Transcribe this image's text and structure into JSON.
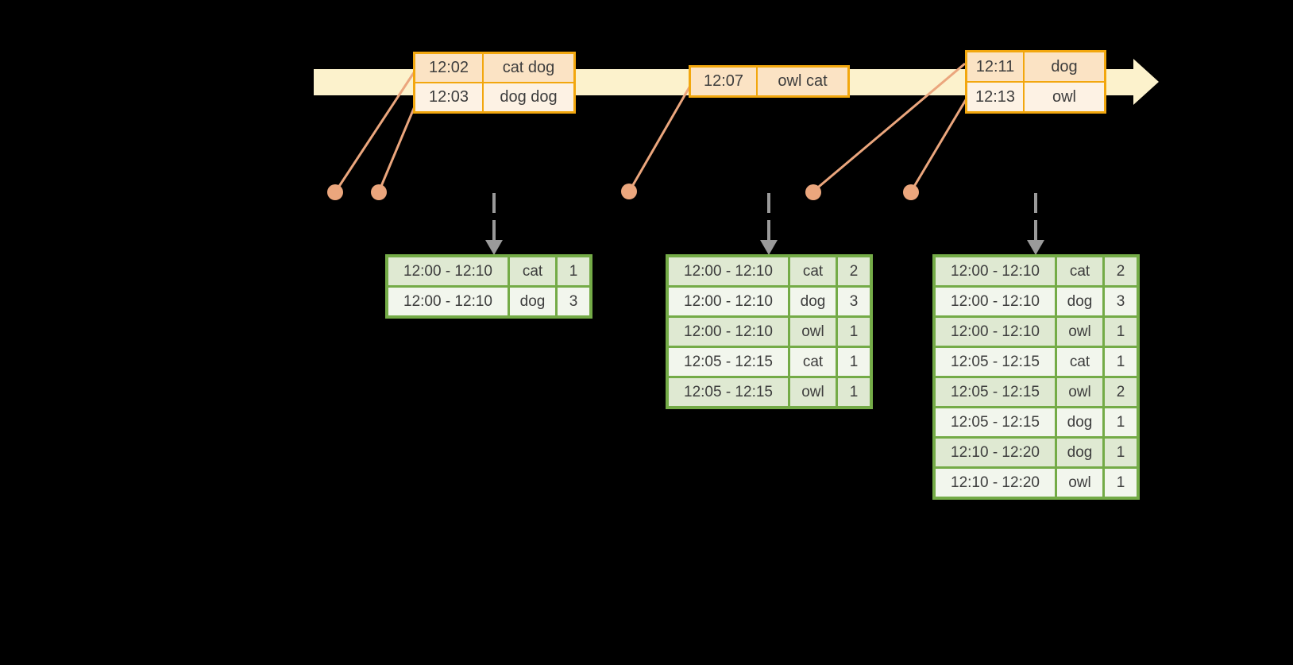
{
  "colors": {
    "background": "#000000",
    "timeline_band": "#fcf2cc",
    "event_border": "#f2a70e",
    "event_row_odd": "#fbe3c4",
    "event_row_even": "#fdf2e4",
    "connector": "#eba67d",
    "result_border": "#74ab47",
    "result_row_odd": "#dfe9d2",
    "result_row_even": "#f2f6ed",
    "text": "#3d3d3d",
    "trigger_arrow": "#9a9a9a"
  },
  "event_tables": [
    {
      "name": "events-12-02",
      "rows": [
        {
          "time": "12:02",
          "words": "cat dog"
        },
        {
          "time": "12:03",
          "words": "dog dog"
        }
      ]
    },
    {
      "name": "events-12-07",
      "rows": [
        {
          "time": "12:07",
          "words": "owl cat"
        }
      ]
    },
    {
      "name": "events-12-11",
      "rows": [
        {
          "time": "12:11",
          "words": "dog"
        },
        {
          "time": "12:13",
          "words": "owl"
        }
      ]
    }
  ],
  "result_tables": [
    {
      "name": "result-table-1",
      "rows": [
        [
          "12:00 - 12:10",
          "cat",
          "1"
        ],
        [
          "12:00 - 12:10",
          "dog",
          "3"
        ]
      ]
    },
    {
      "name": "result-table-2",
      "rows": [
        [
          "12:00 - 12:10",
          "cat",
          "2"
        ],
        [
          "12:00 - 12:10",
          "dog",
          "3"
        ],
        [
          "12:00 - 12:10",
          "owl",
          "1"
        ],
        [
          "12:05 - 12:15",
          "cat",
          "1"
        ],
        [
          "12:05 - 12:15",
          "owl",
          "1"
        ]
      ]
    },
    {
      "name": "result-table-3",
      "rows": [
        [
          "12:00 - 12:10",
          "cat",
          "2"
        ],
        [
          "12:00 - 12:10",
          "dog",
          "3"
        ],
        [
          "12:00 - 12:10",
          "owl",
          "1"
        ],
        [
          "12:05 - 12:15",
          "cat",
          "1"
        ],
        [
          "12:05 - 12:15",
          "owl",
          "2"
        ],
        [
          "12:05 - 12:15",
          "dog",
          "1"
        ],
        [
          "12:10 - 12:20",
          "dog",
          "1"
        ],
        [
          "12:10 - 12:20",
          "owl",
          "1"
        ]
      ]
    }
  ]
}
